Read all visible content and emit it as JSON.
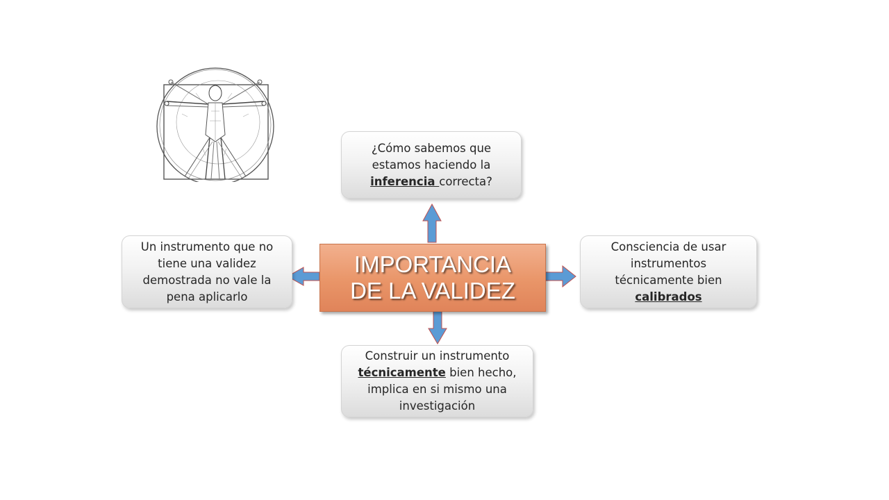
{
  "center": {
    "line1": "IMPORTANCIA",
    "line2": "DE LA VALIDEZ"
  },
  "top_box": {
    "line1": "¿Cómo sabemos que",
    "line2": "estamos haciendo la",
    "underlined": "inferencia ",
    "line3_rest": "correcta?"
  },
  "left_box": {
    "line1": "Un instrumento que no",
    "line2": "tiene una validez",
    "line3": "demostrada no vale la",
    "line4": "pena aplicarlo"
  },
  "right_box": {
    "line1": "Consciencia de usar",
    "line2": "instrumentos",
    "line3": "técnicamente bien",
    "underlined": "calibrados"
  },
  "bottom_box": {
    "line1": "Construir un instrumento",
    "underlined": "técnicamente",
    "line2_rest": " bien  hecho,",
    "line3": "implica en si mismo una",
    "line4": "investigación"
  },
  "image": {
    "icon": "vitruvian-man-drawing"
  },
  "colors": {
    "center_fill": "#e99568",
    "arrow_fill": "#5b9bd5",
    "arrow_stroke": "#c0504d",
    "box_text": "#262626"
  }
}
